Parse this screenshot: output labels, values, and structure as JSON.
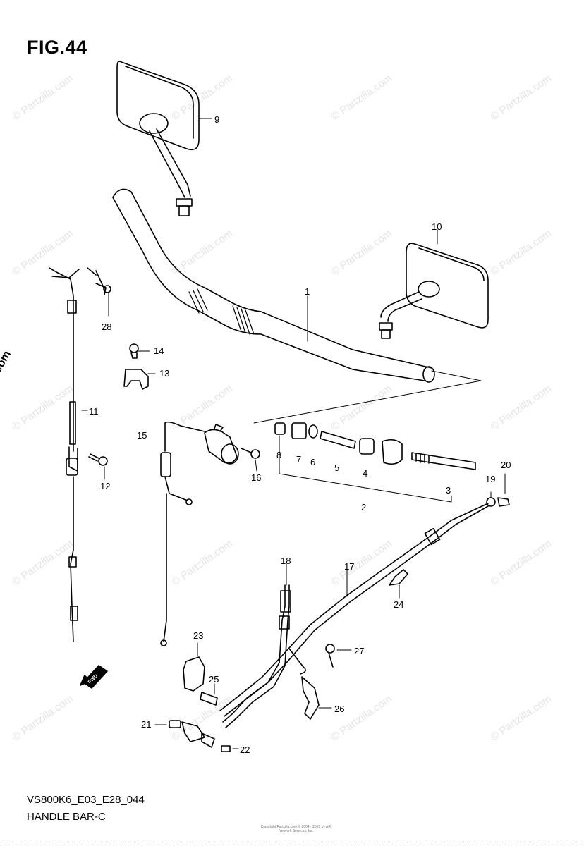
{
  "figure_title": "FIG.44",
  "footer": {
    "model_code": "VS800K6_E03_E28_044",
    "section_name": "HANDLE BAR-C"
  },
  "watermark_text": "© Partzilla.com",
  "side_watermark": "© Partzilla.com",
  "copyright_text": "Copyright\nPartzilla.com © 2004 - 2019 by ARI Network Services, Inc.",
  "fwd_label": "FWD",
  "callouts": [
    "1",
    "2",
    "3",
    "4",
    "5",
    "6",
    "7",
    "8",
    "9",
    "10",
    "11",
    "12",
    "13",
    "14",
    "15",
    "16",
    "17",
    "18",
    "19",
    "20",
    "21",
    "22",
    "23",
    "24",
    "25",
    "26",
    "27",
    "28"
  ]
}
